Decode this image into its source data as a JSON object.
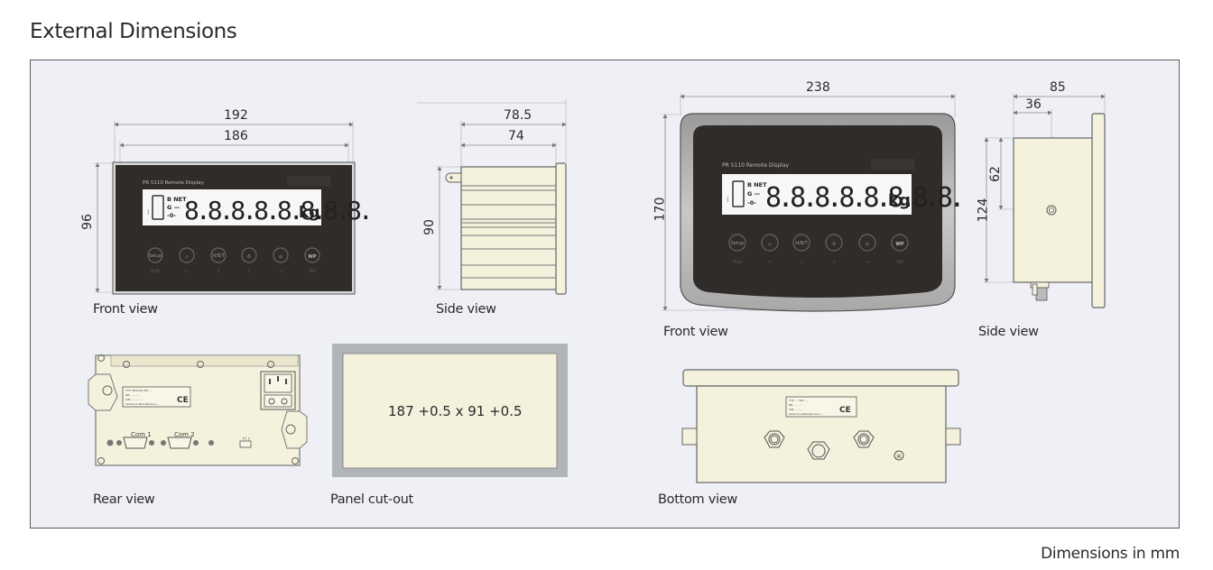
{
  "page": {
    "title": "External Dimensions",
    "footer": "Dimensions in mm"
  },
  "colors": {
    "frame_bg": "#eef0f6",
    "housing_fill": "#f4f1dc",
    "panel_dark": "#2f2c2a",
    "lcd_bg": "#f7f7f7",
    "cutout_border": "#b1b4b9",
    "stainless": "#b8b8b8"
  },
  "panel_model": {
    "captions": {
      "front": "Front view",
      "side": "Side view",
      "rear": "Rear view",
      "cutout": "Panel cut-out"
    },
    "dimensions": {
      "overall_width": "192",
      "inner_width": "186",
      "height": "96",
      "depth_overall": "78.5",
      "depth_body": "74",
      "side_height": "90"
    },
    "cutout_spec": "187 +0.5 x 91 +0.5",
    "device_label": "PR 5110",
    "device_sub": "Remote Display",
    "rear_ports": [
      "Com 1",
      "Com 2"
    ]
  },
  "stainless_model": {
    "captions": {
      "front": "Front view",
      "side": "Side view",
      "bottom": "Bottom view"
    },
    "dimensions": {
      "width": "238",
      "height": "170",
      "depth_overall": "85",
      "depth_to_gland": "36",
      "gland_height": "62",
      "body_height": "124"
    },
    "device_label": "PR 5110",
    "device_sub": "Remote Display"
  },
  "lcd": {
    "digits": "8.8.8.8.8.8.8.8.",
    "unit": "kg",
    "annunciators": [
      "B NET",
      "G",
      "-0-"
    ]
  },
  "keys": [
    {
      "icon": "setup-icon",
      "label": "Setup",
      "sub": "Exit"
    },
    {
      "icon": "tare-icon",
      "label": "",
      "sub": "←"
    },
    {
      "icon": "print-icon",
      "label": "",
      "sub": "↓"
    },
    {
      "icon": "zero-icon",
      "label": "",
      "sub": "↑"
    },
    {
      "icon": "info-icon",
      "label": "",
      "sub": "→"
    },
    {
      "icon": "wp-icon",
      "label": "WP",
      "sub": "OK"
    }
  ]
}
